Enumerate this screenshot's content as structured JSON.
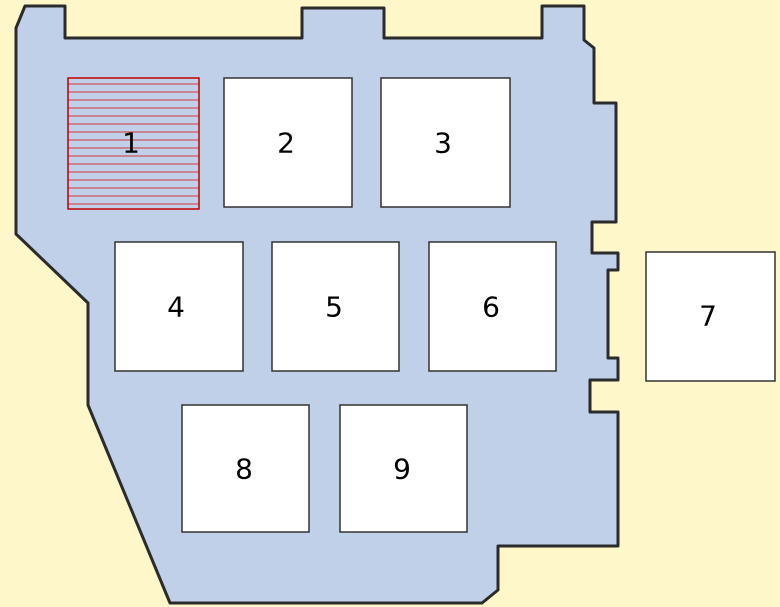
{
  "colors": {
    "background": "#FDF7C9",
    "housing_fill": "#BFD0E8",
    "housing_stroke": "#2B2B2B",
    "slot_fill": "#FFFFFF",
    "slot_stroke": "#333333",
    "highlight_stroke": "#C00000",
    "highlight_hatch": "#D03A3A"
  },
  "slots": [
    {
      "label": "1",
      "highlighted": true
    },
    {
      "label": "2",
      "highlighted": false
    },
    {
      "label": "3",
      "highlighted": false
    },
    {
      "label": "4",
      "highlighted": false
    },
    {
      "label": "5",
      "highlighted": false
    },
    {
      "label": "6",
      "highlighted": false
    },
    {
      "label": "7",
      "highlighted": false
    },
    {
      "label": "8",
      "highlighted": false
    },
    {
      "label": "9",
      "highlighted": false
    }
  ]
}
